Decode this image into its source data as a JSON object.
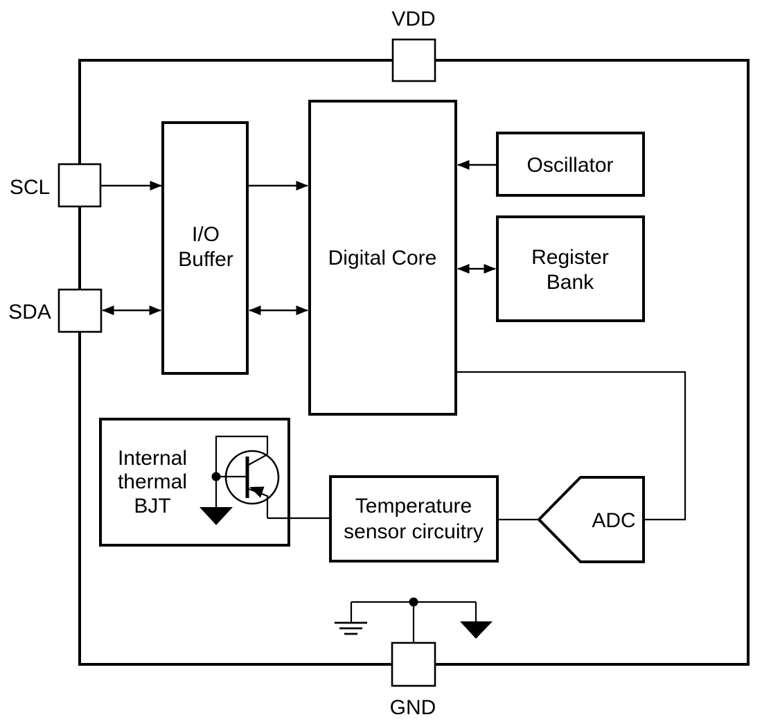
{
  "diagram": {
    "description": "Temperature sensor IC functional block diagram",
    "colors": {
      "line": "#000000",
      "background": "#ffffff",
      "block_fill": "#ffffff"
    }
  },
  "pins": {
    "vdd": "VDD",
    "scl": "SCL",
    "sda": "SDA",
    "gnd": "GND"
  },
  "blocks": {
    "io_buffer": {
      "lines": [
        "I/O",
        "Buffer"
      ]
    },
    "digital_core": {
      "label": "Digital Core"
    },
    "oscillator": {
      "label": "Oscillator"
    },
    "register_bank": {
      "lines": [
        "Register",
        "Bank"
      ]
    },
    "internal_thermal_bjt": {
      "lines": [
        "Internal",
        "thermal",
        "BJT"
      ]
    },
    "temperature_sensor": {
      "lines": [
        "Temperature",
        "sensor circuitry"
      ]
    },
    "adc": {
      "label": "ADC"
    }
  },
  "symbols": [
    "pnp-transistor-icon",
    "earth-ground-icon",
    "chassis-ground-icon",
    "junction-dot-icon",
    "arrowhead-icon"
  ]
}
